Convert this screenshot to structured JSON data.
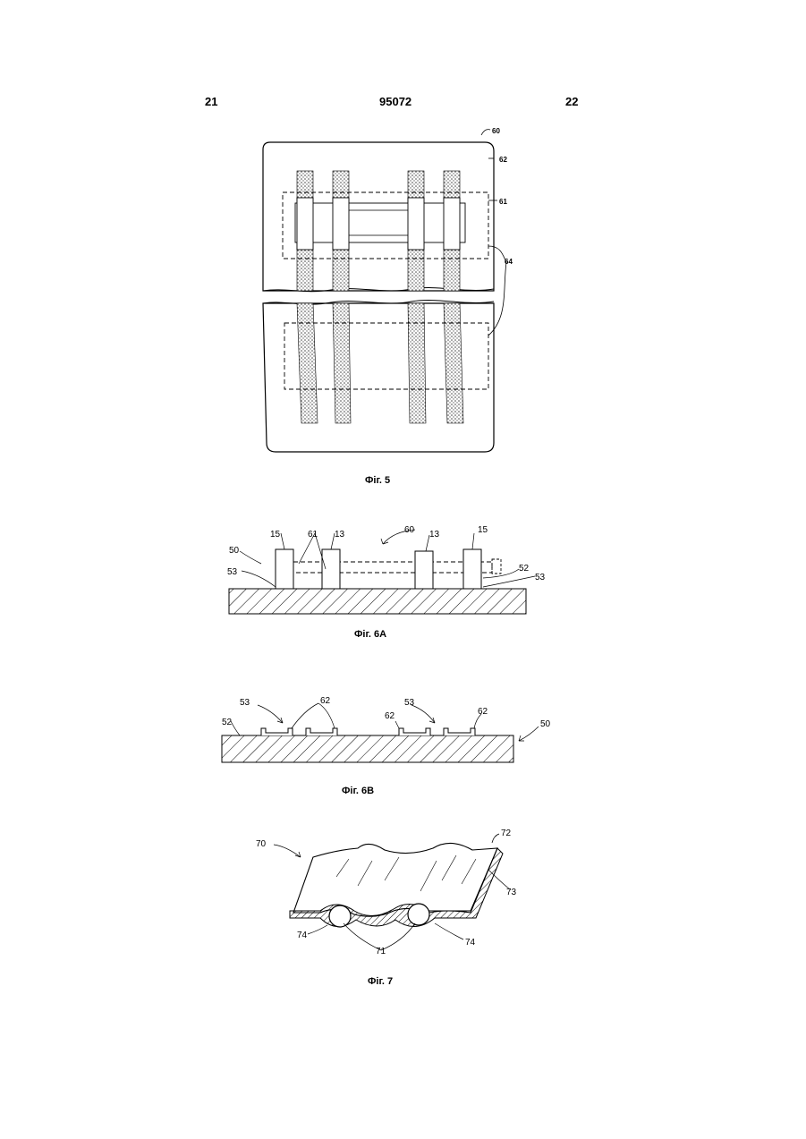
{
  "header": {
    "left_page": "21",
    "patent_number": "95072",
    "right_page": "22"
  },
  "figures": {
    "fig5": {
      "caption": "Фіг. 5",
      "refs": {
        "r60": "60",
        "r62": "62",
        "r61": "61",
        "r64": "64"
      }
    },
    "fig6a": {
      "caption": "Фіг. 6А",
      "refs": {
        "r15a": "15",
        "r61": "61",
        "r13a": "13",
        "r60": "60",
        "r13b": "13",
        "r15b": "15",
        "r50": "50",
        "r53a": "53",
        "r52": "52",
        "r53b": "53"
      }
    },
    "fig6b": {
      "caption": "Фіг. 6В",
      "refs": {
        "r53a": "53",
        "r62a": "62",
        "r53b": "53",
        "r52": "52",
        "r62b": "62",
        "r62c": "62",
        "r50": "50"
      }
    },
    "fig7": {
      "caption": "Фіг. 7",
      "refs": {
        "r70": "70",
        "r72": "72",
        "r73": "73",
        "r74a": "74",
        "r71": "71",
        "r74b": "74"
      }
    }
  }
}
